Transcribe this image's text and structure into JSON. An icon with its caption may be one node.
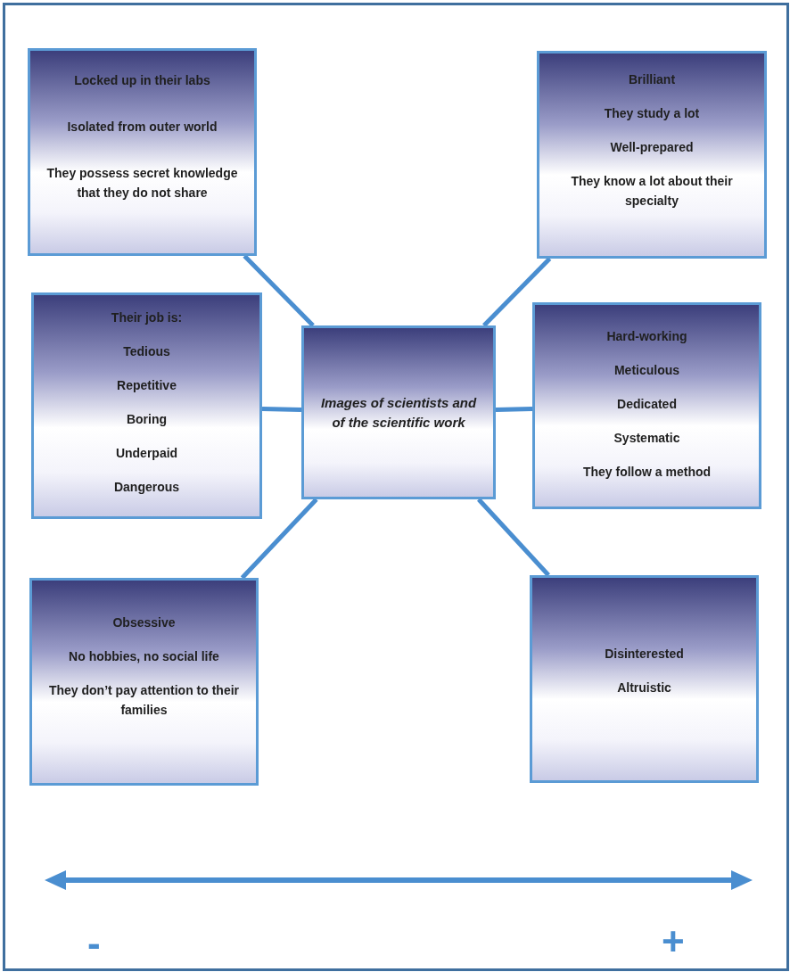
{
  "diagram": {
    "nodes": [
      {
        "text": [
          "Locked up in their labs",
          "Isolated from outer world",
          "They possess secret knowledge that they do not share"
        ]
      },
      {
        "text": [
          "Brilliant",
          "They study a lot",
          "Well-prepared",
          "They know a lot about their specialty"
        ]
      },
      {
        "text": [
          "Their job is:",
          "Tedious",
          "Repetitive",
          "Boring",
          "Underpaid",
          "Dangerous"
        ]
      },
      {
        "text": [
          "Images of scientists and of the scientific work"
        ]
      },
      {
        "text": [
          "Hard-working",
          "Meticulous",
          "Dedicated",
          "Systematic",
          "They follow a method"
        ]
      },
      {
        "text": [
          "Obsessive",
          "No hobbies, no social life",
          "They don’t pay attention to their families"
        ]
      },
      {
        "text": [
          "Disinterested",
          "Altruistic"
        ]
      }
    ],
    "edges": [
      {
        "from": 3,
        "to": 0,
        "arrow": "none"
      },
      {
        "from": 3,
        "to": 1,
        "arrow": "none"
      },
      {
        "from": 3,
        "to": 2,
        "arrow": "none"
      },
      {
        "from": 3,
        "to": 4,
        "arrow": "none"
      },
      {
        "from": 3,
        "to": 5,
        "arrow": "none"
      },
      {
        "from": 3,
        "to": 6,
        "arrow": "none"
      }
    ],
    "labels": [
      "-",
      "+"
    ]
  }
}
